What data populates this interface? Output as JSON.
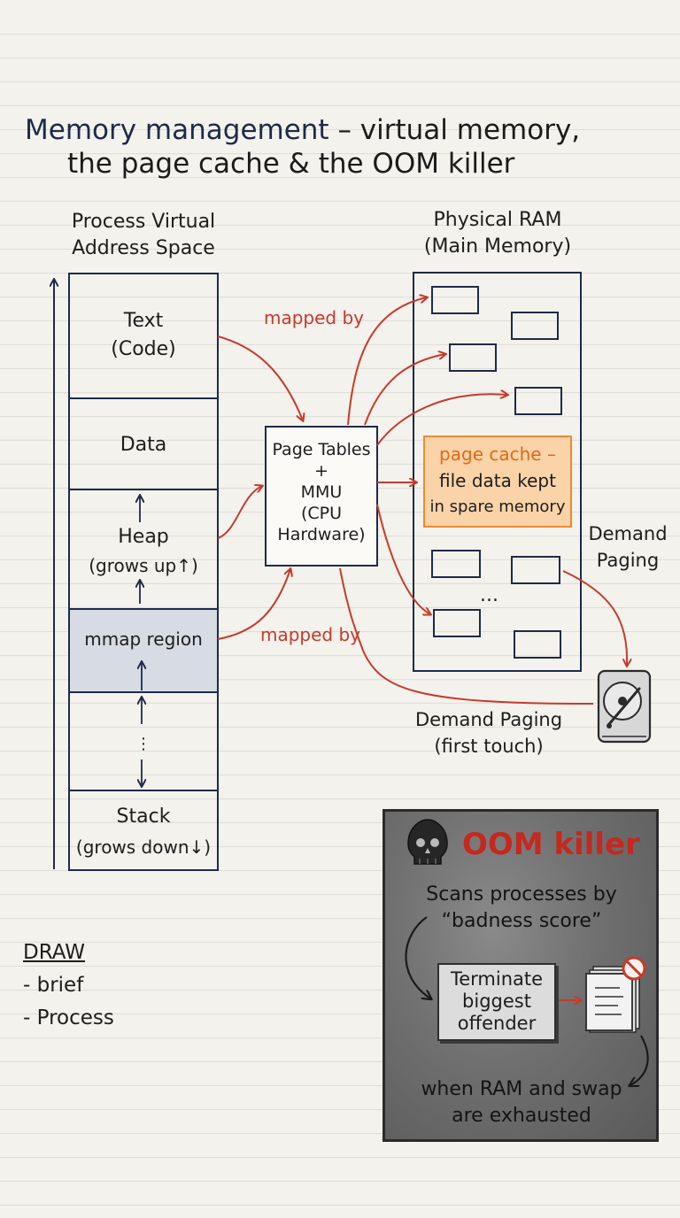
{
  "title": {
    "line1_part1": "Memory management",
    "line1_part2": " – virtual memory,",
    "line2": "the page cache & the OOM killer"
  },
  "address_space": {
    "header_line1": "Process Virtual",
    "header_line2": "Address Space",
    "segments": {
      "text": "Text",
      "text_sub": "(Code)",
      "data": "Data",
      "heap": "Heap",
      "heap_sub": "(grows up↑)",
      "mmap": "mmap region",
      "gap": "⋮",
      "stack": "Stack",
      "stack_sub": "(grows down↓)"
    }
  },
  "mmu": {
    "line1": "Page Tables",
    "line2": "+",
    "line3": "MMU",
    "line4": "(CPU",
    "line5": "Hardware)"
  },
  "arrows": {
    "mapped_by_top": "mapped by",
    "mapped_by_bottom": "mapped by"
  },
  "ram": {
    "header_line1": "Physical RAM",
    "header_line2": "(Main Memory)",
    "ellipsis": "...",
    "page_cache": {
      "line1": "page cache –",
      "line2": "file data kept",
      "line3": "in spare memory"
    }
  },
  "demand_paging_right": {
    "line1": "Demand",
    "line2": "Paging"
  },
  "demand_paging_bottom": {
    "line1": "Demand Paging",
    "line2": "(first touch)"
  },
  "oom": {
    "title": "OOM killer",
    "scan_line1": "Scans processes by",
    "scan_line2": "“badness score”",
    "terminate_line1": "Terminate",
    "terminate_line2": "biggest",
    "terminate_line3": "offender",
    "when_line1": "when RAM and swap",
    "when_line2": "are exhausted"
  },
  "notes": {
    "heading": "DRAW",
    "item1": "- brief",
    "item2": "- Process"
  },
  "icons": [
    "up-arrow-icon",
    "hard-disk-icon",
    "skull-icon",
    "document-icon",
    "no-entry-icon"
  ],
  "colors": {
    "title_blue": "#1e2a4a",
    "arrow_red": "#c73a2c",
    "page_cache_fill": "#fbd3a8",
    "page_cache_text": "#e06a14",
    "mmap_fill": "#d6dbe4",
    "oom_panel": "#707070"
  }
}
